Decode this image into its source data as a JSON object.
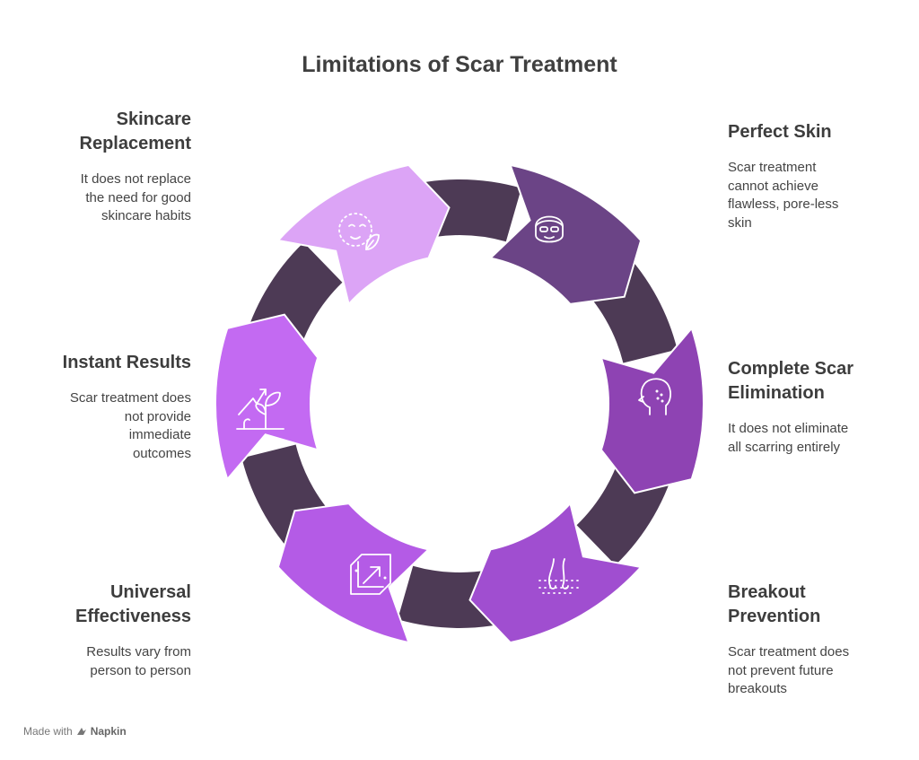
{
  "title": "Limitations of Scar Treatment",
  "items": [
    {
      "title": "Perfect Skin",
      "desc": "Scar treatment\ncannot achieve\nflawless, pore-less\nskin",
      "color": "#6b4486",
      "icon": "face-icon"
    },
    {
      "title": "Complete Scar\nElimination",
      "desc": "It does not eliminate\nall scarring entirely",
      "color": "#8e43b3",
      "icon": "head-profile-icon"
    },
    {
      "title": "Breakout\nPrevention",
      "desc": "Scar treatment does\nnot prevent future\nbreakouts",
      "color": "#a04ed0",
      "icon": "hair-follicle-icon"
    },
    {
      "title": "Universal\nEffectiveness",
      "desc": "Results vary from\nperson to person",
      "color": "#b45be6",
      "icon": "expand-arrow-icon"
    },
    {
      "title": "Instant Results",
      "desc": "Scar treatment does\nnot provide\nimmediate\noutcomes",
      "color": "#c36af2",
      "icon": "growing-plant-icon"
    },
    {
      "title": "Skincare\nReplacement",
      "desc": "It does not replace\nthe need for good\nskincare habits",
      "color": "#dca4f6",
      "icon": "face-leaf-icon"
    }
  ],
  "ring_color": "#4d3a55",
  "footer": {
    "prefix": "Made with",
    "brand": "Napkin"
  }
}
